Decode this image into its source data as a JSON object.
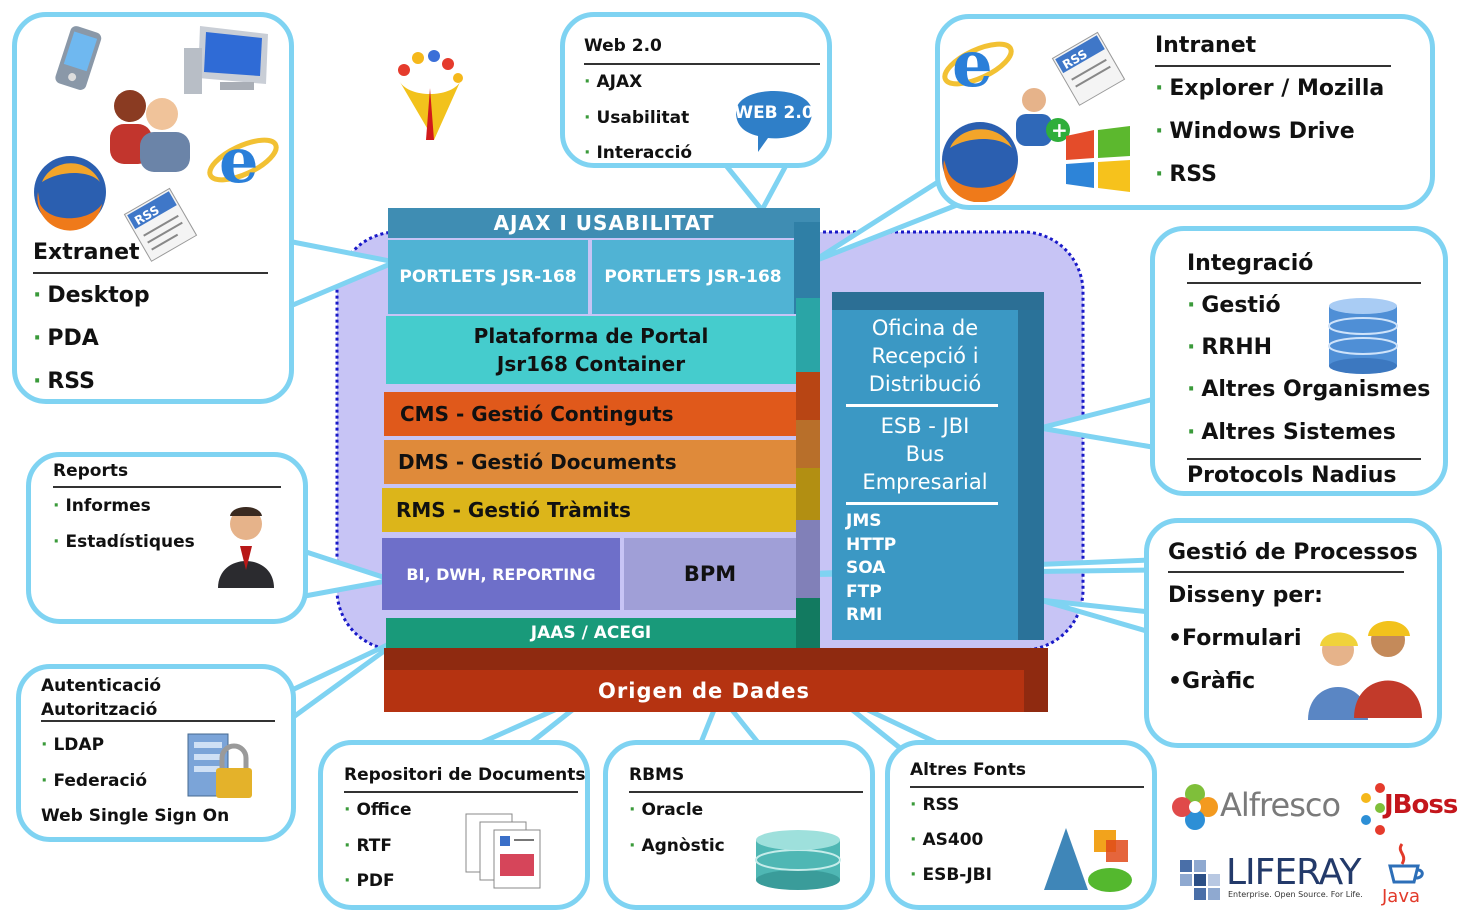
{
  "colors": {
    "callout_border": "#7fd3f2",
    "core_bg": "#c7c4f5",
    "core_border": "#1a1ac8",
    "ajax_layer": "#3f8db3",
    "portal_layer": "#45cccd",
    "cms_layer": "#e0591b",
    "dms_layer": "#df8a3a",
    "rms_layer": "#dcb51a",
    "bi_layer": "#6e6fc9",
    "bpm_layer": "#a09fd7",
    "jaas_layer": "#199a7a",
    "origen_layer": "#b53311",
    "esb_block": "#3b98c4"
  },
  "extranet": {
    "title": "Extranet",
    "items": [
      "Desktop",
      "PDA",
      "RSS"
    ]
  },
  "web20": {
    "title": "Web 2.0",
    "items": [
      "AJAX",
      "Usabilitat",
      "Interacció"
    ],
    "badge": "WEB 2.0"
  },
  "intranet": {
    "title": "Intranet",
    "items": [
      "Explorer / Mozilla",
      "Windows Drive",
      "RSS"
    ]
  },
  "integracio": {
    "title": "Integració",
    "items": [
      "Gestió",
      "RRHH",
      "Altres Organismes",
      "Altres Sistemes"
    ],
    "footer": "Protocols Nadius"
  },
  "reports": {
    "title": "Reports",
    "items": [
      "Informes",
      "Estadístiques"
    ]
  },
  "processos": {
    "title": "Gestió de Processos",
    "subtitle": "Disseny per:",
    "items": [
      "•Formulari",
      "•Gràfic"
    ]
  },
  "autenticacio": {
    "title_line1": "Autenticació",
    "title_line2": "Autorització",
    "items": [
      "LDAP",
      "Federació"
    ],
    "footer": "Web Single Sign On"
  },
  "repositori": {
    "title": "Repositori de Documents",
    "items": [
      "Office",
      "RTF",
      "PDF"
    ]
  },
  "rbms": {
    "title": "RBMS",
    "items": [
      "Oracle",
      "Agnòstic"
    ]
  },
  "altres_fonts": {
    "title": "Altres Fonts",
    "items": [
      "RSS",
      "AS400",
      "ESB-JBI"
    ]
  },
  "stack": {
    "ajax": "AJAX  I USABILITAT",
    "portlet_left": "PORTLETS JSR-168",
    "portlet_right": "PORTLETS JSR-168",
    "portal_line1": "Plataforma de Portal",
    "portal_line2": "Jsr168 Container",
    "cms": "CMS - Gestió Continguts",
    "dms": "DMS - Gestió Documents",
    "rms": "RMS - Gestió Tràmits",
    "bi": "BI, DWH, REPORTING",
    "bpm": "BPM",
    "jaas": "JAAS / ACEGI",
    "origen": "Origen de Dades"
  },
  "esb": {
    "top_lines": [
      "Oficina de",
      "Recepció i",
      "Distribució"
    ],
    "mid_lines": [
      "ESB - JBI",
      "Bus",
      "Empresarial"
    ],
    "protocols": [
      "JMS",
      "HTTP",
      "SOA",
      "FTP",
      "RMI"
    ]
  },
  "logos": {
    "alfresco": "Alfresco",
    "jboss": "JBoss",
    "liferay": "LIFERAY",
    "liferay_tag": "Enterprise. Open Source. For Life.",
    "java": "Java"
  },
  "icons": [
    "pda-icon",
    "desktop-icon",
    "users-icon",
    "internet-explorer-icon",
    "firefox-icon",
    "rss-icon",
    "people-logo-icon",
    "web20-bubble-icon",
    "add-user-icon",
    "windows-icon",
    "database-icon",
    "businessman-icon",
    "workers-icon",
    "server-lock-icon",
    "documents-icon",
    "database-disk-icon",
    "shapes-icon"
  ]
}
